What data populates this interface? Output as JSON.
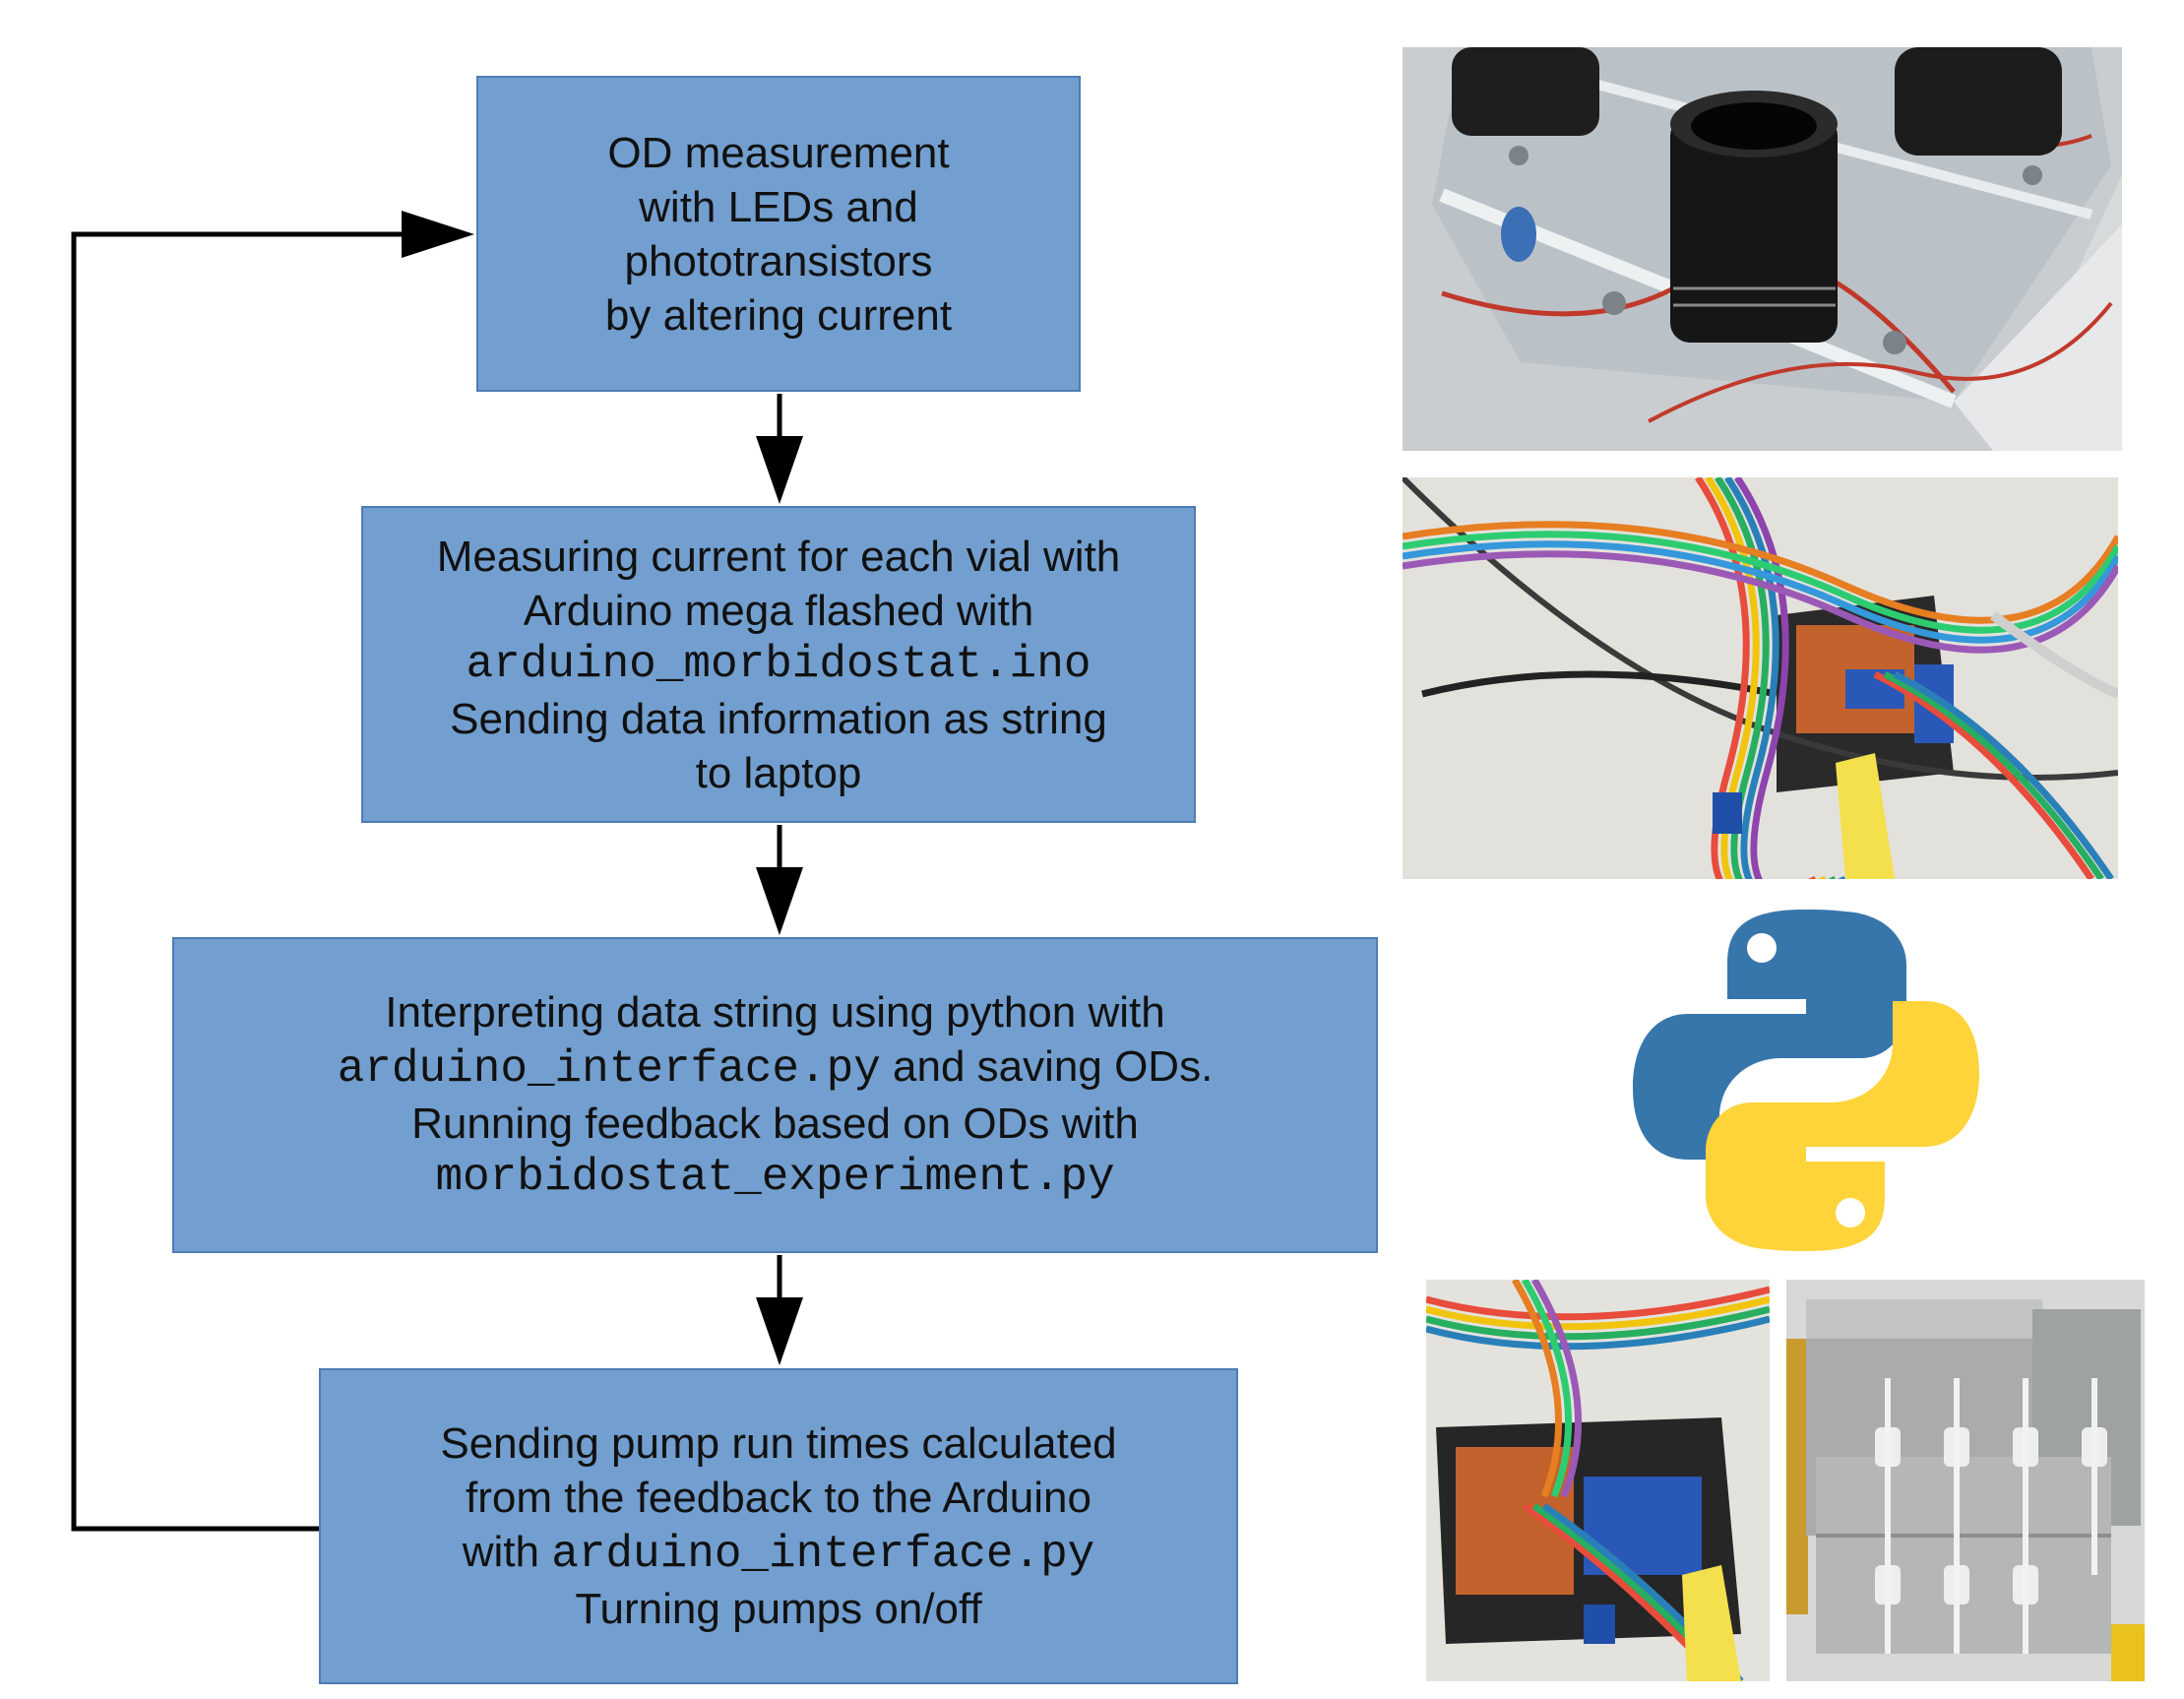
{
  "steps": [
    {
      "lines": [
        {
          "text": "OD measurement"
        },
        {
          "text": "with LEDs and"
        },
        {
          "text": "phototransistors"
        },
        {
          "text": "by altering current"
        }
      ]
    },
    {
      "lines": [
        {
          "text": "Measuring current for each vial with"
        },
        {
          "text": "Arduino mega flashed with"
        },
        {
          "code": "arduino_morbidostat.ino"
        },
        {
          "text": "Sending data information as string"
        },
        {
          "text": "to laptop"
        }
      ]
    },
    {
      "lines": [
        {
          "text": "Interpreting data string using python with"
        },
        {
          "code": "arduino_interface.py",
          "text_after": " and saving ODs."
        },
        {
          "text": "Running feedback based on ODs with"
        },
        {
          "code": "morbidostat_experiment.py"
        }
      ]
    },
    {
      "lines": [
        {
          "text": "Sending pump run times calculated"
        },
        {
          "text": "from the feedback to the Arduino"
        },
        {
          "text_before": "with ",
          "code": "arduino_interface.py"
        },
        {
          "text": "Turning pumps on/off"
        }
      ]
    }
  ],
  "colors": {
    "box_fill": "#729fcf",
    "box_border": "#4f7cb3",
    "arrow": "#000000",
    "python_blue": "#3776ab",
    "python_yellow": "#ffd43b"
  },
  "images": [
    {
      "name": "photo-led-phototransistor-housing"
    },
    {
      "name": "photo-arduino-ribbon-cables"
    },
    {
      "name": "python-logo-icon"
    },
    {
      "name": "photo-arduino-closeup"
    },
    {
      "name": "photo-pump-array"
    }
  ]
}
